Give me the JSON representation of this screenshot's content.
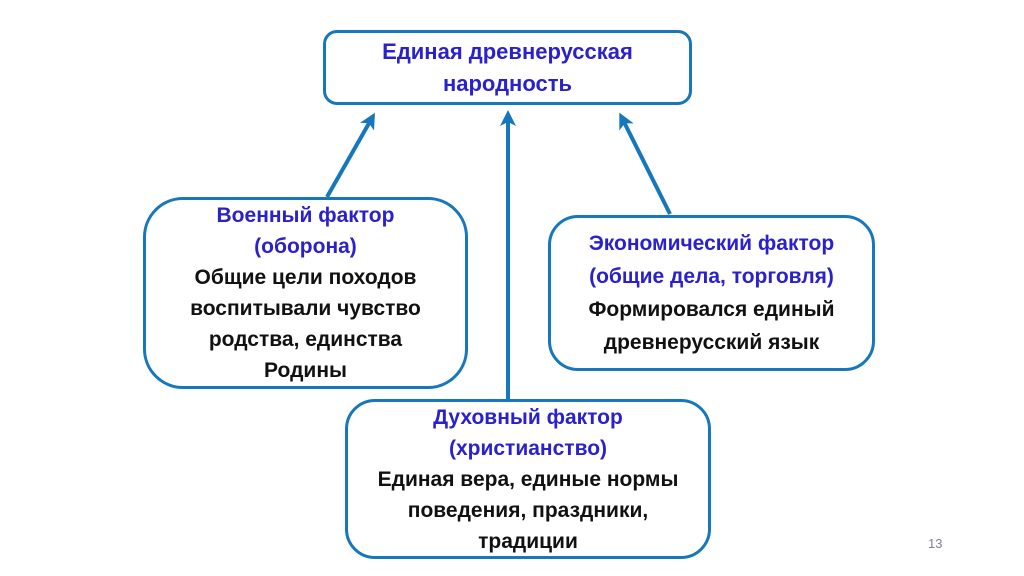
{
  "colors": {
    "border_blue": "#1777bd",
    "heading_blue": "#2a21cc",
    "body_black": "#111111",
    "page_gray": "#7d828c"
  },
  "page": {
    "number": "13"
  },
  "diagram": {
    "root": {
      "title_lines": [
        "Единая древнерусская",
        "народность"
      ]
    },
    "factors": [
      {
        "id": "military",
        "heading_lines": [
          "Военный фактор",
          "(оборона)"
        ],
        "body_lines": [
          "Общие цели походов",
          "воспитывали чувство",
          "родства, единства",
          "Родины"
        ]
      },
      {
        "id": "economic",
        "heading_lines": [
          "Экономический фактор",
          "(общие дела, торговля)"
        ],
        "body_lines": [
          "Формировался единый",
          "древнерусский язык"
        ]
      },
      {
        "id": "spiritual",
        "heading_lines": [
          "Духовный фактор",
          "(христианство)"
        ],
        "body_lines": [
          "Единая вера, единые нормы",
          "поведения, праздники,",
          "традиции"
        ]
      }
    ]
  }
}
